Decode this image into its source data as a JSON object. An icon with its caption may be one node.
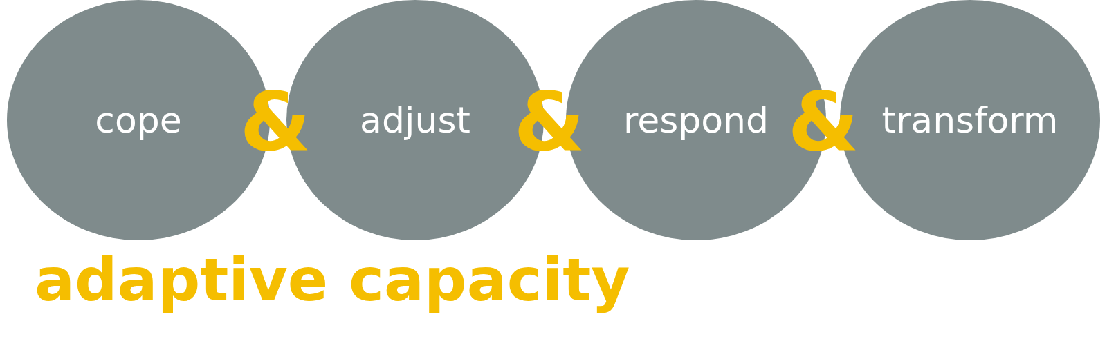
{
  "diagram": {
    "title": "adaptive capacity",
    "nodes": [
      {
        "text": [
          "cope"
        ]
      },
      {
        "text": [
          "adjust"
        ]
      },
      {
        "text": [
          "respond"
        ]
      },
      {
        "text": [
          "transform"
        ]
      }
    ],
    "labels": [
      "&",
      "&",
      "&"
    ]
  }
}
